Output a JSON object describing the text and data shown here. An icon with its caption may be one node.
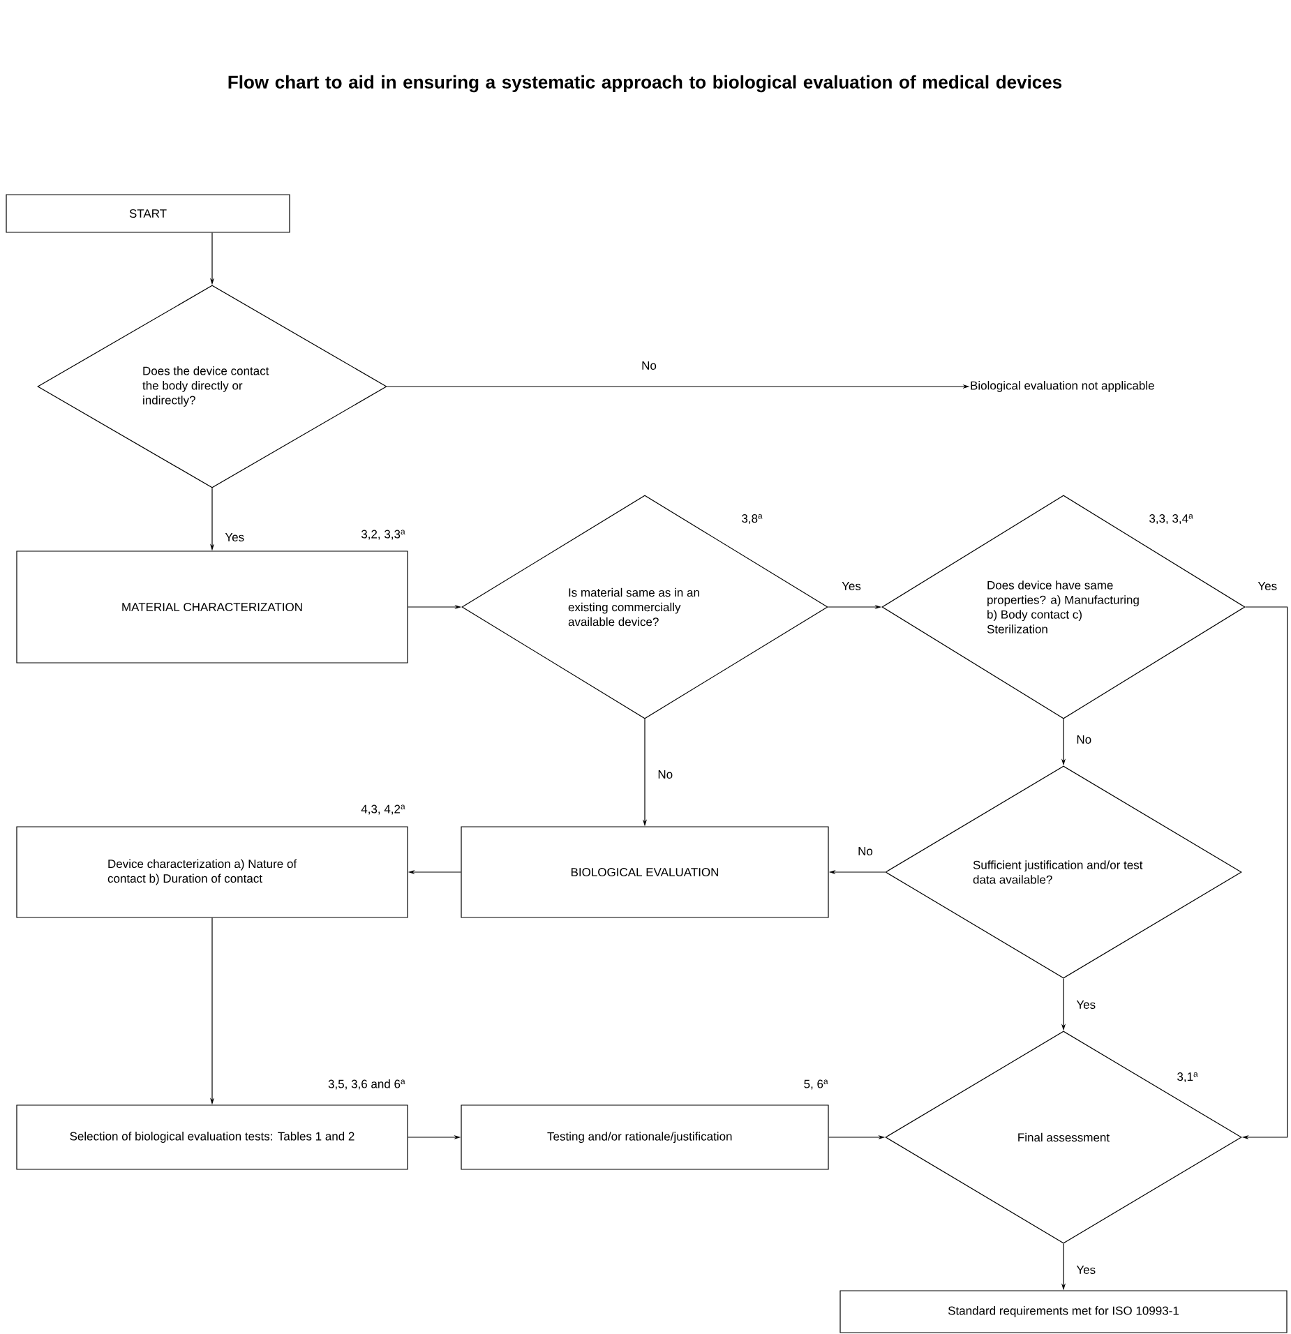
{
  "diagram": {
    "title": "Flow chart to aid in ensuring a systematic approach to biological evaluation of medical devices",
    "nodes": [
      {
        "text": [
          "START"
        ]
      },
      {
        "text": [
          "Does the device contact the body directly or indirectly?"
        ]
      },
      {
        "text": [
          "Biological evaluation not applicable"
        ]
      },
      {
        "text": [
          "MATERIAL CHARACTERIZATION"
        ],
        "beside": [
          "3,2, 3,3$^{a}$"
        ]
      },
      {
        "text": [
          "Is material same as in an existing commercially available device?"
        ],
        "beside": [
          "3,8$^{a}$"
        ]
      },
      {
        "text": [
          "Does device have same properties? a) Manufacturing b) Body contact c) Sterilization"
        ],
        "beside": [
          "3,3, 3,4$^{a}$"
        ]
      },
      {
        "text": [
          "BIOLOGICAL EVALUATION"
        ]
      },
      {
        "text": [
          "Device characterization a) Nature of contact b) Duration of contact"
        ],
        "beside": [
          "4,3, 4,2$^{a}$"
        ]
      },
      {
        "text": [
          "Sufficient justification and/or test data available?"
        ]
      },
      {
        "text": [
          "Final assessment"
        ],
        "beside": [
          "3,1$^{a}$"
        ]
      },
      {
        "text": [
          "Selection of biological evaluation tests: Tables 1 and 2"
        ],
        "beside": [
          "3,5, 3,6 and 6$^{a}$"
        ]
      },
      {
        "text": [
          "Testing and/or rationale/justification"
        ],
        "beside": [
          "5, 6$^{a}$"
        ]
      },
      {
        "text": [
          "Standard requirements met for ISO 10993-1"
        ]
      }
    ],
    "edges": [
      {
        "from": 0,
        "to": 1,
        "arrow": "to"
      },
      {
        "from": 1,
        "to": 2,
        "arrow": "to",
        "label": "No"
      },
      {
        "from": 1,
        "to": 3,
        "arrow": "to",
        "label": "Yes"
      },
      {
        "from": 3,
        "to": 4,
        "arrow": "to"
      },
      {
        "from": 4,
        "to": 5,
        "arrow": "to",
        "label": "Yes"
      },
      {
        "from": 5,
        "to": 9,
        "arrow": "to",
        "label": "Yes"
      },
      {
        "from": 4,
        "to": 6,
        "arrow": "to",
        "label": "No"
      },
      {
        "from": 5,
        "to": 8,
        "arrow": "to",
        "label": "No"
      },
      {
        "from": 8,
        "to": 6,
        "arrow": "to",
        "label": "No"
      },
      {
        "from": 6,
        "to": 7,
        "arrow": "to"
      },
      {
        "from": 8,
        "to": 9,
        "arrow": "to",
        "label": "Yes"
      },
      {
        "from": 7,
        "to": 10,
        "arrow": "to"
      },
      {
        "from": 10,
        "to": 11,
        "arrow": "to"
      },
      {
        "from": 11,
        "to": 9,
        "arrow": "to"
      },
      {
        "from": 9,
        "to": 12,
        "arrow": "to",
        "label": "Yes"
      }
    ]
  }
}
